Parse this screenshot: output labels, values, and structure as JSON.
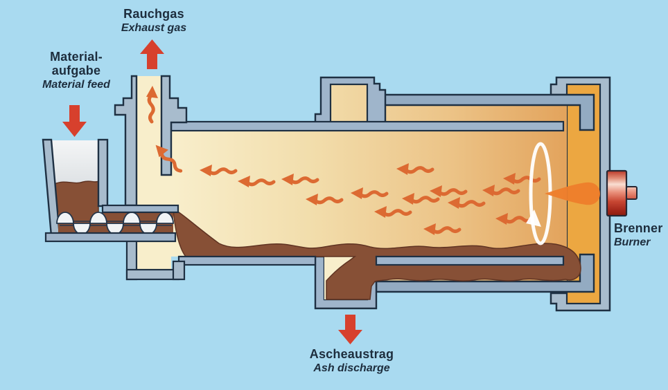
{
  "labels": {
    "exhaust": {
      "de": "Rauchgas",
      "en": "Exhaust gas"
    },
    "material_feed": {
      "de_line1": "Material-",
      "de_line2": "aufgabe",
      "en": "Material feed"
    },
    "ash_discharge": {
      "de": "Ascheaustrag",
      "en": "Ash discharge"
    },
    "burner": {
      "de": "Brenner",
      "en": "Burner"
    }
  },
  "icons": [
    "exhaust-arrow-icon",
    "feed-arrow-icon",
    "ash-arrow-icon",
    "gas-flow-arrow-icon",
    "rotation-arrow-icon",
    "screw-conveyor",
    "flame-icon",
    "burner-icon"
  ],
  "colors": {
    "background": "#a9daf0",
    "wall": "#9fb5cb",
    "wall_light": "#a8bccd",
    "wall_dark": "#93abc2",
    "outline": "#1e3043",
    "interior_cream": "#f8eecb",
    "interior_orange": "#e2a159",
    "material_brown": "#875036",
    "material_edge": "#5f3322",
    "arrow_red": "#d7402d",
    "gas_arrow_orange": "#dc6a32",
    "flame_orange": "#ee7d2b",
    "end_ring_orange": "#eca741",
    "burner_red": "#b93527",
    "text": "#1d2d3d"
  }
}
